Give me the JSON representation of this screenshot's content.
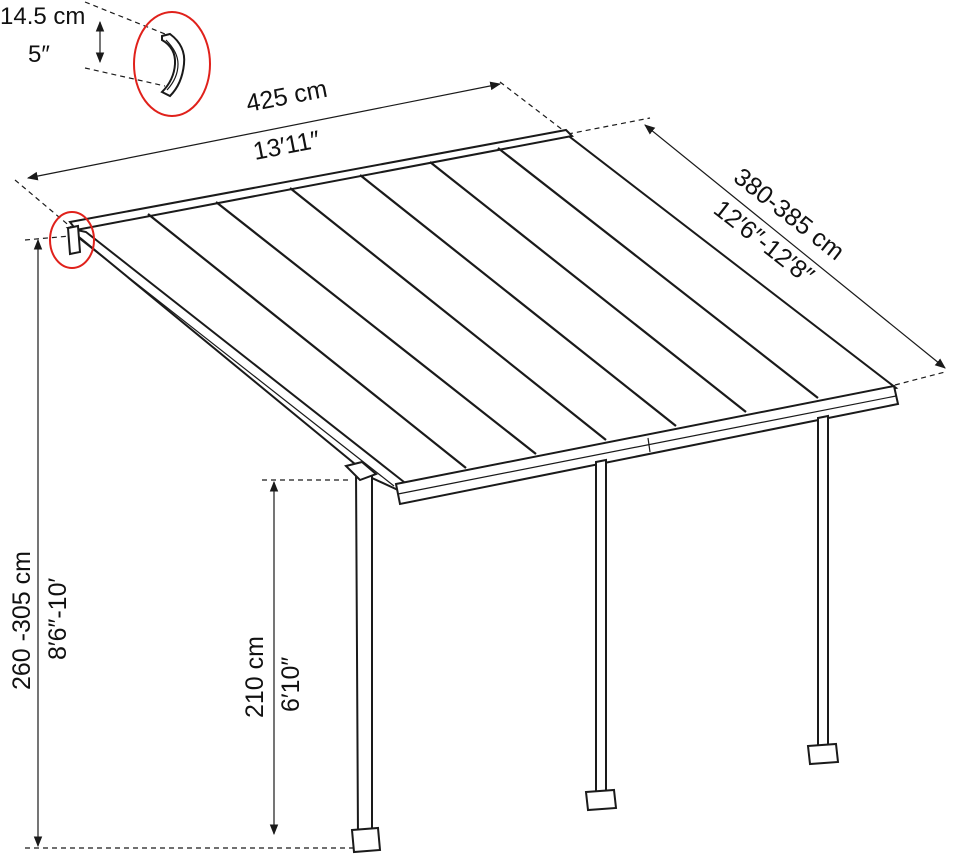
{
  "dimensions": {
    "gutter_height": {
      "metric": "14.5 cm",
      "imperial": "5″"
    },
    "width": {
      "metric": "425 cm",
      "imperial": "13′11″"
    },
    "depth": {
      "metric": "380-385 cm",
      "imperial": "12′6″-12′8″"
    },
    "wall_height": {
      "metric": "260 -305 cm",
      "imperial": "8′6″-10′"
    },
    "post_height": {
      "metric": "210 cm",
      "imperial": "6′10″"
    }
  },
  "colors": {
    "line": "#1a1a1a",
    "callout": "#e0211b",
    "background": "#ffffff"
  }
}
